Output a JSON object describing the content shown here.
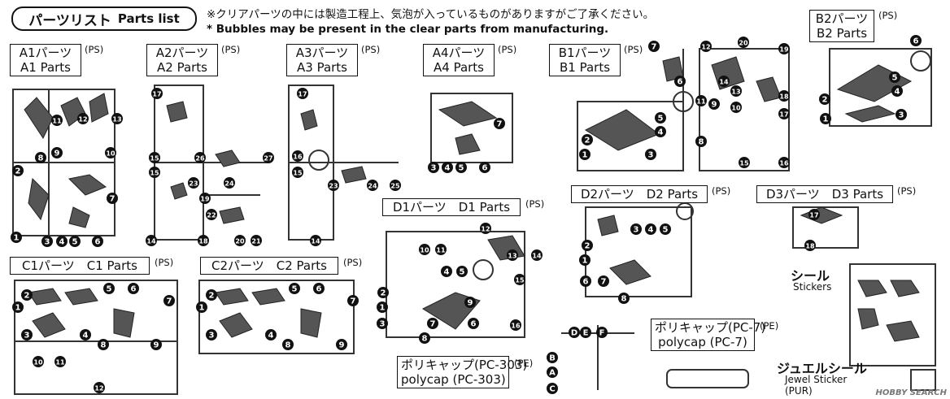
{
  "header": {
    "title_jp": "パーツリスト",
    "title_en": "Parts list"
  },
  "notes": {
    "jp": "※クリアパーツの中には製造工程上、気泡が入っているものがありますがご了承ください。",
    "en": "* Bubbles may be present in the clear parts from manufacturing."
  },
  "runners": [
    {
      "id": "A1",
      "jp": "A1パーツ",
      "en": "A1 Parts",
      "mat": "(PS)"
    },
    {
      "id": "A2",
      "jp": "A2パーツ",
      "en": "A2 Parts",
      "mat": "(PS)"
    },
    {
      "id": "A3",
      "jp": "A3パーツ",
      "en": "A3 Parts",
      "mat": "(PS)"
    },
    {
      "id": "A4",
      "jp": "A4パーツ",
      "en": "A4 Parts",
      "mat": "(PS)"
    },
    {
      "id": "B1",
      "jp": "B1パーツ",
      "en": "B1 Parts",
      "mat": "(PS)"
    },
    {
      "id": "B2",
      "jp": "B2パーツ",
      "en": "B2 Parts",
      "mat": "(PS)"
    },
    {
      "id": "C1",
      "label": "C1パーツ　C1 Parts",
      "mat": "(PS)"
    },
    {
      "id": "C2",
      "label": "C2パーツ　C2 Parts",
      "mat": "(PS)"
    },
    {
      "id": "D1",
      "label": "D1パーツ　D1 Parts",
      "mat": "(PS)"
    },
    {
      "id": "D2",
      "label": "D2パーツ　D2 Parts",
      "mat": "(PS)"
    },
    {
      "id": "D3",
      "label": "D3パーツ　D3 Parts",
      "mat": "(PS)"
    }
  ],
  "polycaps": [
    {
      "id": "PC303",
      "jp": "ポリキャップ(PC-303)",
      "en": "polycap (PC-303)",
      "mat": "(PE)"
    },
    {
      "id": "PC7",
      "jp": "ポリキャップ(PC-7)",
      "en": "polycap (PC-7)",
      "mat": "(PE)"
    }
  ],
  "stickers": {
    "jp": "シール",
    "en": "Stickers"
  },
  "jewel": {
    "jp": "ジュエルシール",
    "en": "Jewel Sticker",
    "mat": "(PUR)"
  },
  "watermark": "HOBBY SEARCH",
  "part_numbers": {
    "A1": [
      "1",
      "2",
      "3",
      "4",
      "5",
      "6",
      "7",
      "8",
      "9",
      "10",
      "11",
      "12",
      "13"
    ],
    "A2": [
      "14",
      "15",
      "15",
      "17",
      "18",
      "19",
      "20",
      "21",
      "22",
      "23",
      "24",
      "26",
      "27"
    ],
    "A3": [
      "14",
      "15",
      "16",
      "17",
      "23",
      "24",
      "25"
    ],
    "A4": [
      "3",
      "4",
      "5",
      "6",
      "7"
    ],
    "B1": [
      "1",
      "2",
      "3",
      "4",
      "5",
      "6",
      "7",
      "8",
      "9",
      "10",
      "11",
      "12",
      "13",
      "14",
      "15",
      "16",
      "17",
      "18",
      "19",
      "20"
    ],
    "B2": [
      "1",
      "2",
      "3",
      "4",
      "5",
      "6"
    ],
    "C1": [
      "1",
      "2",
      "3",
      "4",
      "5",
      "6",
      "7",
      "8",
      "9",
      "10",
      "11",
      "12"
    ],
    "C2": [
      "1",
      "2",
      "3",
      "4",
      "5",
      "6",
      "7",
      "8",
      "9"
    ],
    "D1": [
      "1",
      "2",
      "3",
      "4",
      "5",
      "6",
      "7",
      "8",
      "9",
      "10",
      "11",
      "12",
      "13",
      "14",
      "15",
      "16"
    ],
    "D2": [
      "1",
      "2",
      "3",
      "4",
      "5",
      "6",
      "7",
      "8"
    ],
    "D3": [
      "17",
      "18"
    ],
    "PC": [
      "A",
      "B",
      "C",
      "D",
      "E",
      "F"
    ]
  }
}
